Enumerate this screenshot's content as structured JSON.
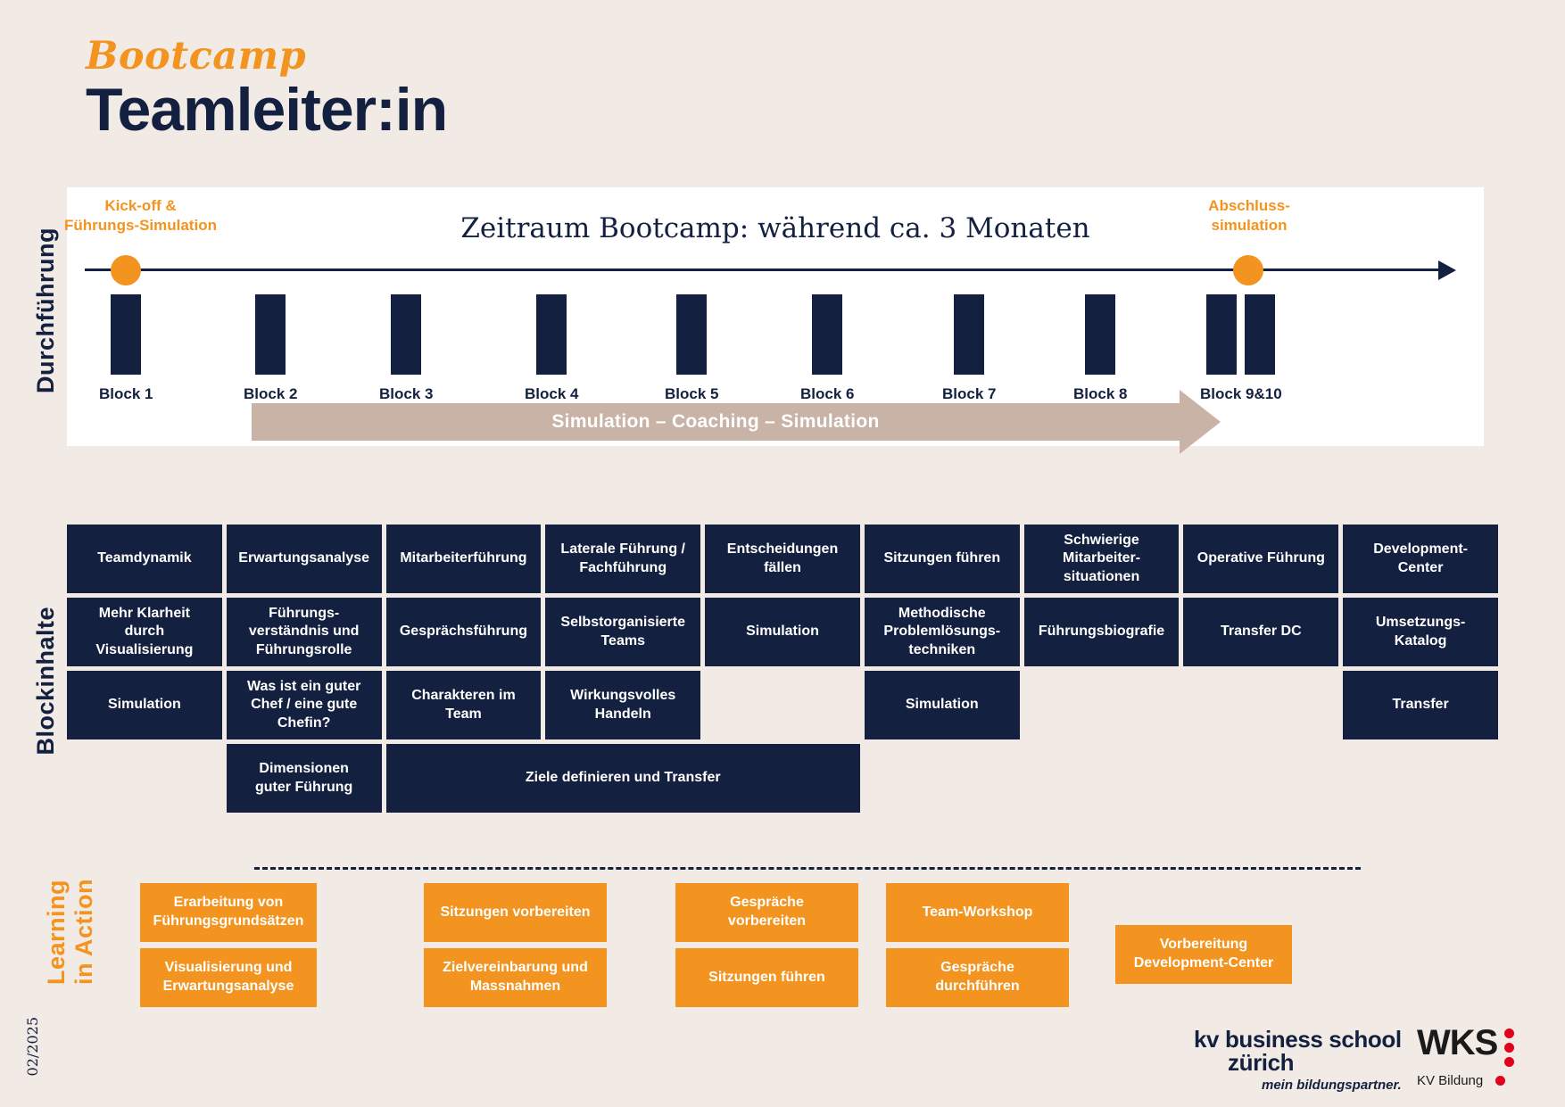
{
  "header": {
    "kicker": "Bootcamp",
    "title": "Teamleiter:in"
  },
  "side_labels": {
    "durchfuehrung": "Durchführung",
    "blockinhalte": "Blockinhalte",
    "learning_line1": "Learning",
    "learning_line2": "in Action",
    "date": "02/2025"
  },
  "timeline": {
    "caption": "Zeitraum Bootcamp: während ca. 3 Monaten",
    "milestone_start": "Kick-off &\nFührungs-Simulation",
    "milestone_start_l1": "Kick-off &",
    "milestone_start_l2": "Führungs-Simulation",
    "milestone_end_l1": "Abschluss-",
    "milestone_end_l2": "simulation",
    "blocks": [
      "Block 1",
      "Block 2",
      "Block 3",
      "Block 4",
      "Block 5",
      "Block 6",
      "Block 7",
      "Block 8",
      "Block 9&10"
    ],
    "coaching_band": "Simulation – Coaching – Simulation"
  },
  "blockinhalte": {
    "rows": [
      [
        "Teamdynamik",
        "Erwartungsanalyse",
        "Mitarbeiterführung",
        "Laterale Führung /\nFachführung",
        "Entscheidungen\nfällen",
        "Sitzungen führen",
        "Schwierige\nMitarbeiter-\nsituationen",
        "Operative Führung",
        "Development-\nCenter"
      ],
      [
        "Mehr Klarheit\ndurch\nVisualisierung",
        "Führungs-\nverständnis und\nFührungsrolle",
        "Gesprächsführung",
        "Selbstorganisierte\nTeams",
        "Simulation",
        "Methodische\nProblemlösungs-\ntechniken",
        "Führungsbiografie",
        "Transfer DC",
        "Umsetzungs-\nKatalog"
      ],
      [
        "Simulation",
        "Was ist ein guter\nChef / eine gute\nChefin?",
        "Charakteren im\nTeam",
        "Wirkungsvolles\nHandeln",
        "",
        "Simulation",
        "",
        "",
        "Transfer"
      ]
    ],
    "row4": {
      "col1": "",
      "col2": "Dimensionen\nguter Führung",
      "span": "Ziele definieren und Transfer"
    }
  },
  "learning_in_action": {
    "columns": [
      {
        "boxes": [
          "Erarbeitung von\nFührungsgrundsätzen",
          "Visualisierung und\nErwartungsanalyse"
        ]
      },
      {
        "boxes": [
          "Sitzungen vorbereiten",
          "Zielvereinbarung und\nMassnahmen"
        ]
      },
      {
        "boxes": [
          "Gespräche\nvorbereiten",
          "Sitzungen führen"
        ]
      },
      {
        "boxes": [
          "Team-Workshop",
          "Gespräche\ndurchführen"
        ]
      },
      {
        "boxes": [
          "Vorbereitung\nDevelopment-Center"
        ]
      }
    ]
  },
  "footer": {
    "kv_line1": "kv business school",
    "kv_line2": "zürich",
    "kv_tagline": "mein bildungspartner.",
    "wks_name": "WKS",
    "wks_sub": "KV Bildung"
  },
  "colors": {
    "background": "#f2eae5",
    "navy": "#13203f",
    "orange": "#f2941f",
    "taupe": "#c9b2a6",
    "white": "#ffffff",
    "red": "#e2001a"
  }
}
